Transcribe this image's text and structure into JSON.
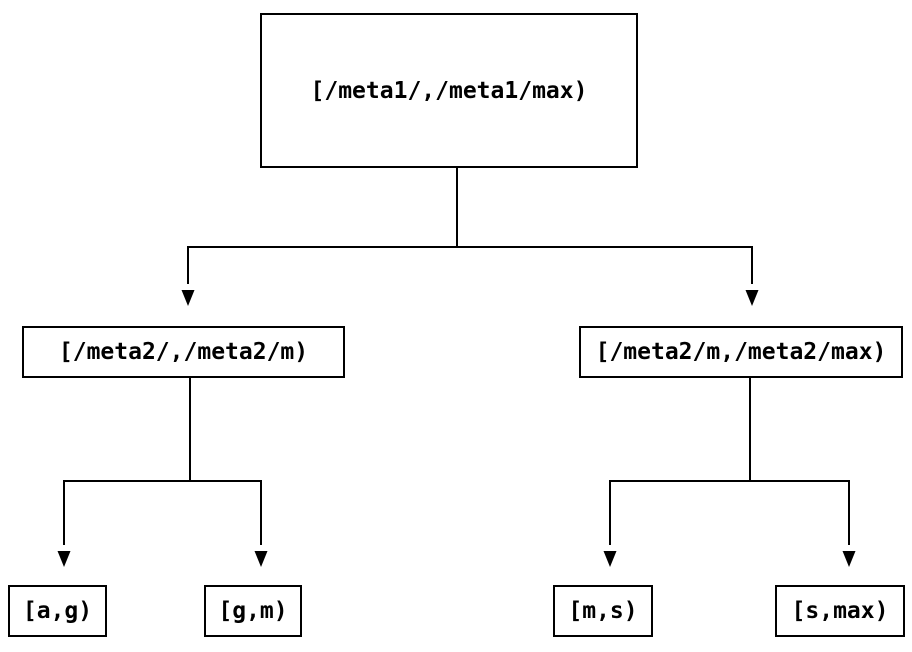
{
  "diagram": {
    "type": "tree",
    "colors": {
      "background": "#ffffff",
      "line": "#000000",
      "node_border": "#000000",
      "node_fill": "#ffffff",
      "text": "#000000"
    },
    "nodes": {
      "root": {
        "label": "[/meta1/,/meta1/max)"
      },
      "left": {
        "label": "[/meta2/,/meta2/m)"
      },
      "right": {
        "label": "[/meta2/m,/meta2/max)"
      },
      "leaf_ag": {
        "label": "[a,g)"
      },
      "leaf_gm": {
        "label": "[g,m)"
      },
      "leaf_ms": {
        "label": "[m,s)"
      },
      "leaf_smax": {
        "label": "[s,max)"
      }
    },
    "edges": [
      {
        "from": "root",
        "to": "left"
      },
      {
        "from": "root",
        "to": "right"
      },
      {
        "from": "left",
        "to": "leaf_ag"
      },
      {
        "from": "left",
        "to": "leaf_gm"
      },
      {
        "from": "right",
        "to": "leaf_ms"
      },
      {
        "from": "right",
        "to": "leaf_smax"
      }
    ]
  }
}
